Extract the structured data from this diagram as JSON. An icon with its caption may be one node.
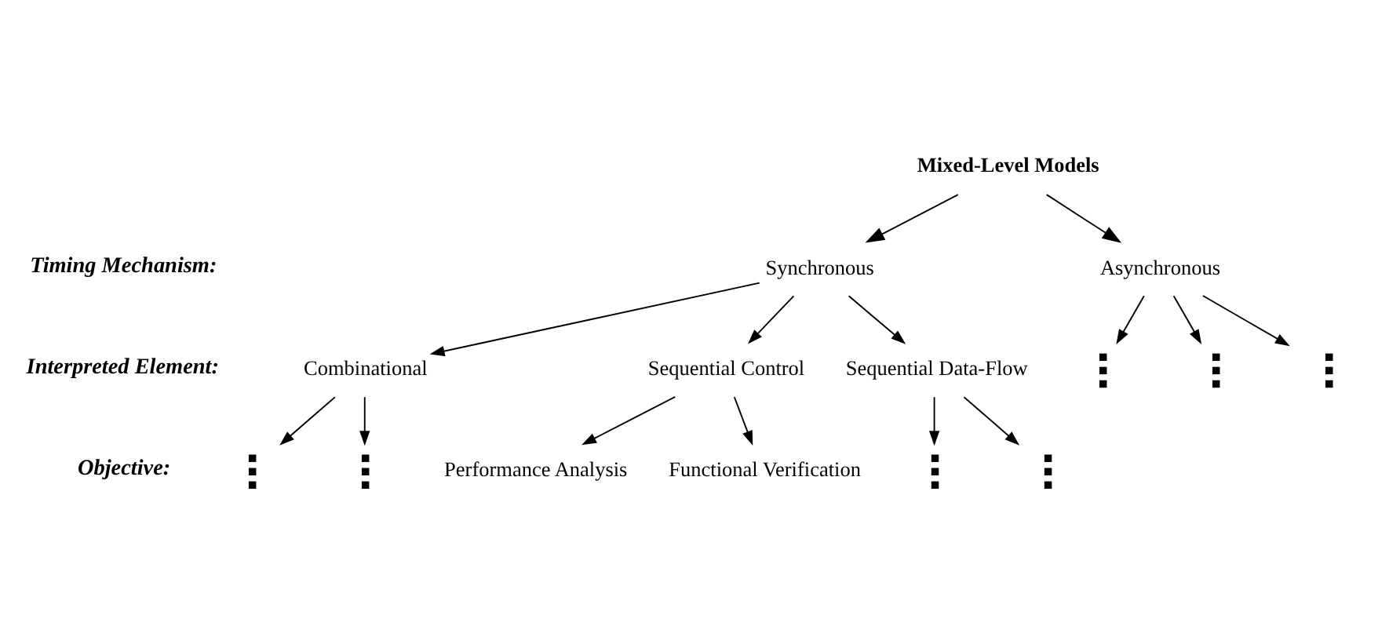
{
  "diagram": {
    "nodes": [
      {
        "text": [
          "Mixed-Level Models"
        ]
      },
      {
        "text": [
          "Synchronous"
        ]
      },
      {
        "text": [
          "Asynchronous"
        ]
      },
      {
        "text": [
          "Combinational"
        ]
      },
      {
        "text": [
          "Sequential Control"
        ]
      },
      {
        "text": [
          "Sequential Data-Flow"
        ]
      },
      {
        "text": [],
        "shape": "dots"
      },
      {
        "text": [],
        "shape": "dots"
      },
      {
        "text": [],
        "shape": "dots"
      },
      {
        "text": [],
        "shape": "dots"
      },
      {
        "text": [],
        "shape": "dots"
      },
      {
        "text": [
          "Performance Analysis"
        ]
      },
      {
        "text": [
          "Functional Verification"
        ]
      },
      {
        "text": [],
        "shape": "dots"
      },
      {
        "text": [],
        "shape": "dots"
      }
    ],
    "edges": [
      {
        "from": 0,
        "to": 1,
        "arrow": "to"
      },
      {
        "from": 0,
        "to": 2,
        "arrow": "to"
      },
      {
        "from": 1,
        "to": 3,
        "arrow": "to"
      },
      {
        "from": 1,
        "to": 4,
        "arrow": "to"
      },
      {
        "from": 1,
        "to": 5,
        "arrow": "to"
      },
      {
        "from": 2,
        "to": 6,
        "arrow": "to"
      },
      {
        "from": 2,
        "to": 7,
        "arrow": "to"
      },
      {
        "from": 2,
        "to": 8,
        "arrow": "to"
      },
      {
        "from": 3,
        "to": 9,
        "arrow": "to"
      },
      {
        "from": 3,
        "to": 10,
        "arrow": "to"
      },
      {
        "from": 4,
        "to": 11,
        "arrow": "to"
      },
      {
        "from": 4,
        "to": 12,
        "arrow": "to"
      },
      {
        "from": 5,
        "to": 13,
        "arrow": "to"
      },
      {
        "from": 5,
        "to": 14,
        "arrow": "to"
      }
    ],
    "labels": [
      "Timing Mechanism:",
      "Interpreted Element:",
      "Objective:"
    ]
  }
}
